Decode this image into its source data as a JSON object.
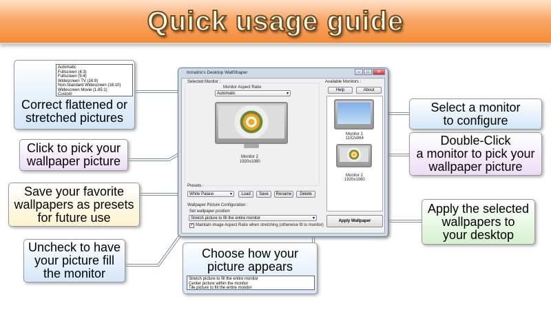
{
  "banner": {
    "title": "Quick usage guide"
  },
  "callouts": {
    "aspect": {
      "text1": "Correct flattened or",
      "text2": "stretched pictures",
      "options": [
        "Automatic",
        "Fullscreen (4:3)",
        "Fullscreen (5:4)",
        "Widescreen TV (16:9)",
        "Non-Standard Widescreen (16:10)",
        "Widescreen Movie (1.85:1)",
        "Custom"
      ]
    },
    "pick": {
      "text1": "Click to pick your",
      "text2": "wallpaper picture"
    },
    "presets": {
      "text1": "Save your favorite",
      "text2": "wallpapers as presets",
      "text3": "for future use"
    },
    "uncheck": {
      "text1": "Uncheck to have",
      "text2": "your picture fill",
      "text3": "the monitor"
    },
    "position": {
      "text1": "Choose how your",
      "text2": "picture appears",
      "options": [
        "Stretch picture to fill the entire monitor",
        "Center picture within the monitor",
        "Tile picture to fill the entire monitor"
      ]
    },
    "select": {
      "text1": "Select a monitor",
      "text2": "to configure"
    },
    "dblclick": {
      "text1": "Double-Click",
      "text2": "a monitor to pick your",
      "text3": "wallpaper picture"
    },
    "apply": {
      "text1": "Apply the selected",
      "text2": "wallpapers to",
      "text3": "your desktop"
    }
  },
  "window": {
    "title": "Inmatrix's Desktop WallShaper",
    "selected_monitor_label": "Selected Monitor :",
    "aspect_label": "Monitor Aspect Ratio",
    "aspect_value": "Automatic",
    "selected_monitor": {
      "name": "Monitor 2",
      "res": "1920x1080"
    },
    "available_label": "Available Monitors :",
    "help": "Help",
    "about": "About",
    "monitors": [
      {
        "name": "Monitor 1",
        "res": "1152x864"
      },
      {
        "name": "Monitor 2",
        "res": "1920x1080"
      }
    ],
    "presets_label": "Presets :",
    "preset_value": "White Palace",
    "load": "Load",
    "save": "Save",
    "rename": "Rename",
    "delete": "Delete",
    "config_label": "Wallpaper Picture Configuration :",
    "position_label": "Set wallpaper position",
    "position_value": "Stretch picture to fill the entire monitor",
    "maintain_label": "Maintain image Aspect Ratio when stretching (otherwise fit to monitor)",
    "maintain_checked": true,
    "apply": "Apply Wallpaper"
  }
}
